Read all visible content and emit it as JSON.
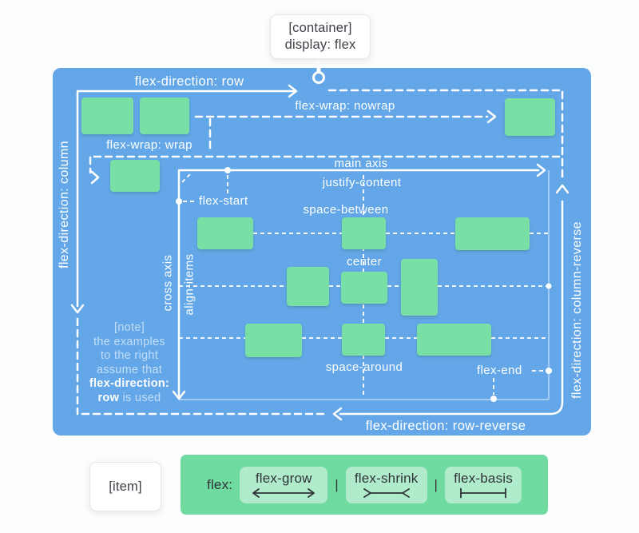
{
  "colors": {
    "container_blue": "#63a7e8",
    "item_green": "#78dfa5",
    "bar_green": "#70dba0",
    "sub_box_green": "rgba(255,255,255,0.45)",
    "line_white": "#ffffff",
    "muted_note_white": "rgba(255,255,255,0.62)",
    "dark_text": "#3d4148"
  },
  "tooltips": {
    "container": {
      "line1": "[container]",
      "line2": "display: flex"
    },
    "item": {
      "label": "[item]"
    }
  },
  "flow_labels": {
    "fd_row": "flex-direction: row",
    "fd_column": "flex-direction: column",
    "fd_column_reverse": "flex-direction: column-reverse",
    "fd_row_reverse": "flex-direction: row-reverse",
    "fw_nowrap": "flex-wrap: nowrap",
    "fw_wrap": "flex-wrap: wrap"
  },
  "panel_labels": {
    "main_axis": "main axis",
    "cross_axis": "cross axis",
    "justify_content": "justify-content",
    "align_items": "align-items",
    "flex_start": "flex-start",
    "flex_end": "flex-end",
    "space_between": "space-between",
    "center": "center",
    "space_around": "space-around"
  },
  "note": {
    "tag": "[note]",
    "line1": "the examples",
    "line2": "to the right",
    "line3": "assume that",
    "bold1": "flex-direction:",
    "bold2": "row",
    "rest": " is used"
  },
  "item_bar": {
    "prefix": "flex:",
    "separator": "|",
    "props": [
      {
        "label": "flex-grow"
      },
      {
        "label": "flex-shrink"
      },
      {
        "label": "flex-basis"
      }
    ]
  }
}
